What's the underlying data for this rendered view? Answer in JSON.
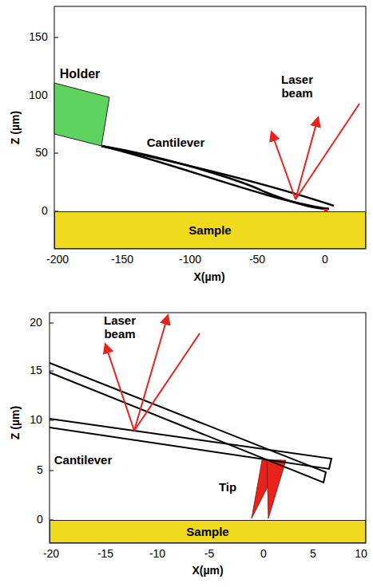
{
  "diagram": {
    "nodes": [
      {
        "text": [
          "Sample"
        ]
      },
      {
        "text": [
          "Sample"
        ]
      }
    ],
    "labels": [
      "Holder",
      "Laser beam",
      "Cantilever",
      "150",
      "100",
      "50",
      "0",
      "-200",
      "-150",
      "-100",
      "-50",
      "0",
      "Z (µm)",
      "X(µm)",
      "Laser beam",
      "Cantilever",
      "Tip",
      "20",
      "15",
      "10",
      "5",
      "0",
      "-20",
      "-15",
      "-10",
      "-5",
      "0",
      "5",
      "10",
      "Z (µm)",
      "X(µm)"
    ]
  }
}
